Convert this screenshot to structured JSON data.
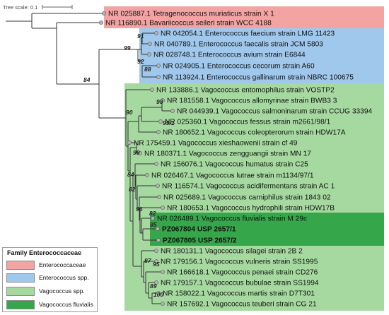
{
  "scale_label": "Tree scale: 0.1",
  "colors": {
    "branch": "#333333",
    "node": "#b3b3b3"
  },
  "legend": {
    "title": "Family Enterococcaceae",
    "items": [
      {
        "label": "Enterococcaceae",
        "color": "#f4a3a3"
      },
      {
        "label": "Enterococcus spp.",
        "color": "#9fc8ec"
      },
      {
        "label": "Vagococcus spp.",
        "color": "#a6d9a0"
      },
      {
        "label": "Vagococcus fluvialis",
        "color": "#36a64a"
      }
    ]
  },
  "taxa": [
    {
      "label": "NR 025887.1 Tetragenococcus muriaticus strain X 1",
      "bold": false
    },
    {
      "label": "NR 116890.1 Bavariicoccus seileri strain WCC 4188",
      "bold": false
    },
    {
      "label": "NR 042054.1 Enterococcus faecium strain LMG 11423",
      "bold": false
    },
    {
      "label": "NR 040789.1 Enterococcus faecalis strain JCM 5803",
      "bold": false
    },
    {
      "label": "NR 028748.1 Enterococcus avium strain E6844",
      "bold": false
    },
    {
      "label": "NR 024905.1 Enterococcus cecorum strain A60",
      "bold": false
    },
    {
      "label": "NR 113924.1 Enterococcus gallinarum strain NBRC 100675",
      "bold": false
    },
    {
      "label": "NR 133886.1 Vagococcus entomophilus strain VOSTP2",
      "bold": false
    },
    {
      "label": "NR 181558.1 Vagococcus allomyrinae strain BWB3 3",
      "bold": false
    },
    {
      "label": "NR 044939.1 Vagococcus salmoninarum strain CCUG 33394",
      "bold": false
    },
    {
      "label": "NR 025360.1 Vagococcus fessus strain m2661/98/1",
      "bold": false
    },
    {
      "label": "NR 180652.1 Vagococcus coleopterorum strain HDW17A",
      "bold": false
    },
    {
      "label": "NR 175459.1 Vagococcus xieshaowenii strain cf 49",
      "bold": false
    },
    {
      "label": "NR 180371.1 Vagococcus zengguangii strain MN 17",
      "bold": false
    },
    {
      "label": "NR 156076.1 Vagococcus humatus strain C25",
      "bold": false
    },
    {
      "label": "NR 026467.1 Vagococcus lutrae strain m1134/97/1",
      "bold": false
    },
    {
      "label": "NR 116574.1 Vagococcus acidifermentans strain AC 1",
      "bold": false
    },
    {
      "label": "NR 025689.1 Vagococcus carniphilus strain 1843 02",
      "bold": false
    },
    {
      "label": "NR 180653.1 Vagococcus hydrophili strain HDW17B",
      "bold": false
    },
    {
      "label": "NR 026489.1 Vagococcus fluvialis strain M 29c",
      "bold": false
    },
    {
      "label": "PZ067804 USP 2657/1",
      "bold": true
    },
    {
      "label": "PZ067805 USP 2657/2",
      "bold": true
    },
    {
      "label": "NR 180131.1 Vagococcus silagei strain 2B 2",
      "bold": false
    },
    {
      "label": "NR 179156.1 Vagococcus vulneris strain SS1995",
      "bold": false
    },
    {
      "label": "NR 166618.1 Vagococcus penaei strain CD276",
      "bold": false
    },
    {
      "label": "NR 179157.1 Vagococcus bubulae strain SS1994",
      "bold": false
    },
    {
      "label": "NR 158022.1 Vagococcus martis strain D7T301",
      "bold": false
    },
    {
      "label": "NR 157692.1 Vagococcus teuberi strain CG 21",
      "bold": false
    }
  ],
  "bootstrap": [
    "91",
    "92",
    "88",
    "99",
    "84",
    "98",
    "99/1",
    "90",
    "99",
    "84",
    "82",
    "96",
    "82",
    "85",
    "87",
    "95",
    "89",
    "100"
  ]
}
